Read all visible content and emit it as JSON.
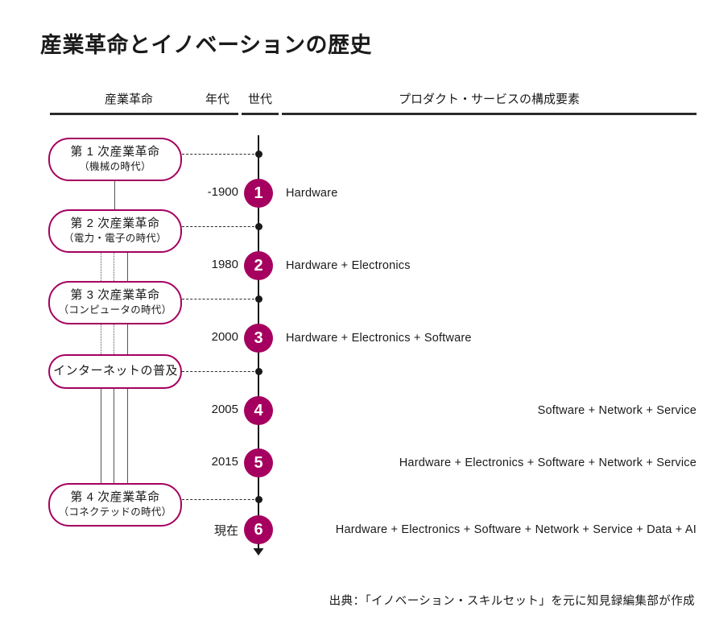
{
  "title": "産業革命とイノベーションの歴史",
  "colors": {
    "accent": "#A5005F",
    "axis": "#1a1a1a",
    "rule": "#2b2b2b",
    "connector": "#555555",
    "background": "#ffffff"
  },
  "headers": {
    "revolution": "産業革命",
    "era": "年代",
    "generation": "世代",
    "components": "プロダクト・サービスの構成要素"
  },
  "era_boxes": [
    {
      "main": "第 1 次産業革命",
      "sub": "（機械の時代）"
    },
    {
      "main": "第 2 次産業革命",
      "sub": "（電力・電子の時代）"
    },
    {
      "main": "第 3 次産業革命",
      "sub": "（コンピュータの時代）"
    },
    {
      "main": "インターネットの普及",
      "sub": ""
    },
    {
      "main": "第 4 次産業革命",
      "sub": "（コネクテッドの時代）"
    }
  ],
  "rows": [
    {
      "year": "-1900",
      "generation": "1",
      "components": "Hardware",
      "align": "left"
    },
    {
      "year": "1980",
      "generation": "2",
      "components": "Hardware + Electronics",
      "align": "left"
    },
    {
      "year": "2000",
      "generation": "3",
      "components": "Hardware + Electronics + Software",
      "align": "left"
    },
    {
      "year": "2005",
      "generation": "4",
      "components": "Software + Network + Service",
      "align": "right"
    },
    {
      "year": "2015",
      "generation": "5",
      "components": "Hardware + Electronics + Software + Network + Service",
      "align": "left"
    },
    {
      "year": "現在",
      "generation": "6",
      "components": "Hardware + Electronics + Software + Network + Service + Data + AI",
      "align": "left"
    }
  ],
  "source": "出典：「イノベーション・スキルセット」を元に知見録編集部が作成"
}
